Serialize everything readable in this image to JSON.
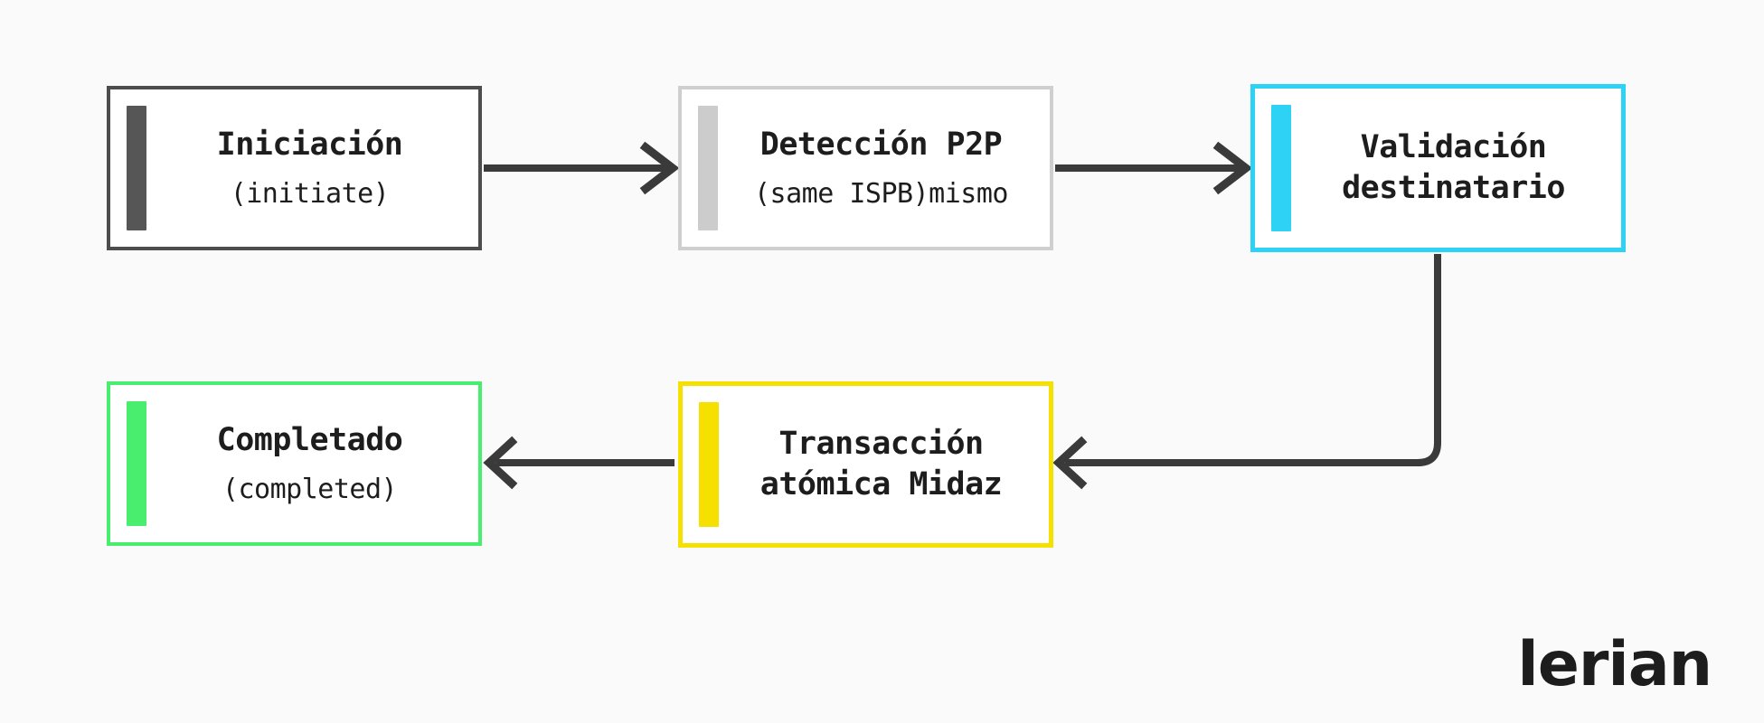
{
  "diagram": {
    "background_color": "#fafafa",
    "connector_color": "#3a3a3a",
    "nodes": [
      {
        "id": "initiate",
        "title": "Iniciación",
        "subtitle": "(initiate)",
        "accent_color": "#565656",
        "border_color": "#4d4d4d"
      },
      {
        "id": "detection",
        "title": "Detección P2P",
        "subtitle": "(same ISPB)mismo",
        "accent_color": "#cccccc",
        "border_color": "#cfcfcf"
      },
      {
        "id": "validation",
        "title_line1": "Validación",
        "title_line2": "destinatario",
        "accent_color": "#2ed2f5",
        "border_color": "#2ed2f5"
      },
      {
        "id": "completed",
        "title": "Completado",
        "subtitle": "(completed)",
        "accent_color": "#4aee6e",
        "border_color": "#4aee6e"
      },
      {
        "id": "atomic",
        "title_line1": "Transacción",
        "title_line2": "atómica Midaz",
        "accent_color": "#f5e000",
        "border_color": "#f5e000"
      }
    ],
    "connectors": [
      {
        "id": "initiate-to-detection",
        "from": "initiate",
        "to": "detection",
        "direction": "right"
      },
      {
        "id": "detection-to-validation",
        "from": "detection",
        "to": "validation",
        "direction": "right"
      },
      {
        "id": "validation-to-atomic",
        "from": "validation",
        "to": "atomic",
        "direction": "elbow-down-left"
      },
      {
        "id": "atomic-to-completed",
        "from": "atomic",
        "to": "completed",
        "direction": "left"
      }
    ]
  },
  "branding": {
    "logo_text": "lerian"
  }
}
